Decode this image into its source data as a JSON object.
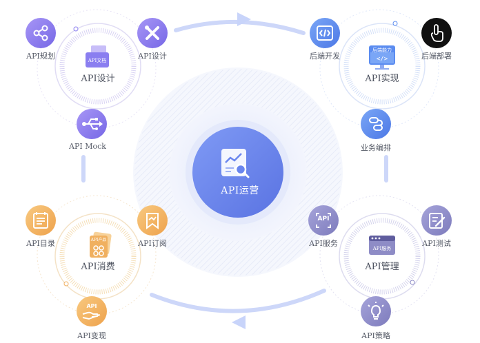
{
  "hub": {
    "label": "API运营"
  },
  "groups": {
    "design": {
      "title": "API设计",
      "badge": "API文档"
    },
    "impl": {
      "title": "API实现",
      "badge": "后端能力"
    },
    "consume": {
      "title": "API消费",
      "badge": "API产品"
    },
    "manage": {
      "title": "API管理",
      "badge": "API服务"
    }
  },
  "nodes": {
    "plan": "API规划",
    "design": "API设计",
    "mock": "API Mock",
    "backend_dev": "后端开发",
    "deploy": "后端部署",
    "orchestrate": "业务编排",
    "catalog": "API目录",
    "subscribe": "API订阅",
    "monetize": "API变现",
    "service": "API服务",
    "test": "API测试",
    "policy": "API策略"
  },
  "icon_badges": {
    "service": "API",
    "monetize": "API"
  },
  "colors": {
    "purple": "#8a7ef0",
    "blue": "#5b8cf0",
    "orange": "#f0b060",
    "gray_violet": "#8e8cc6",
    "hub": "#6a86ee",
    "flow_arrow": "#c8d4fa",
    "black": "#111111"
  },
  "icons": {
    "plan": "share-nodes-icon",
    "design": "tools-icon",
    "mock": "usb-icon",
    "backend_dev": "code-icon",
    "deploy": "hand-pointer-icon",
    "orchestrate": "workflow-icon",
    "catalog": "list-icon",
    "subscribe": "bookmark-icon",
    "monetize": "api-hand-icon",
    "service": "api-window-icon",
    "test": "edit-icon",
    "policy": "lightbulb-icon",
    "hub": "analytics-search-icon"
  }
}
